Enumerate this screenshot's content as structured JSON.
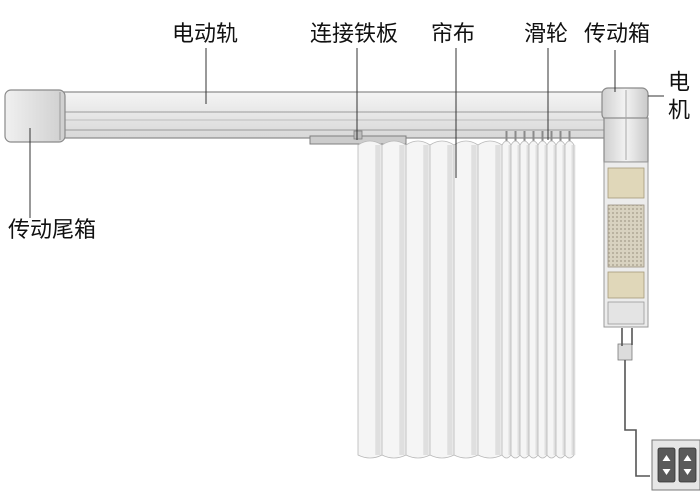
{
  "labels": {
    "rail": "电动轨",
    "plate": "连接铁板",
    "curtain": "帘布",
    "pulley": "滑轮",
    "gearbox": "传动箱",
    "motor": "电机",
    "tailbox": "传动尾箱"
  },
  "colors": {
    "rail_fill": "#eaeaea",
    "rail_stroke": "#8a8a8a",
    "curtain_fill": "#f5f5f5",
    "fold_shade": "#d6d6d6",
    "leader": "#333333",
    "motor_body": "#e8e8e8",
    "gear_panel": "#e0d7b9",
    "switch_button": "#5a5a5a"
  },
  "curtain": {
    "wide_folds": 6,
    "narrow_folds": 8
  },
  "wall_switch": {
    "buttons": 2
  }
}
